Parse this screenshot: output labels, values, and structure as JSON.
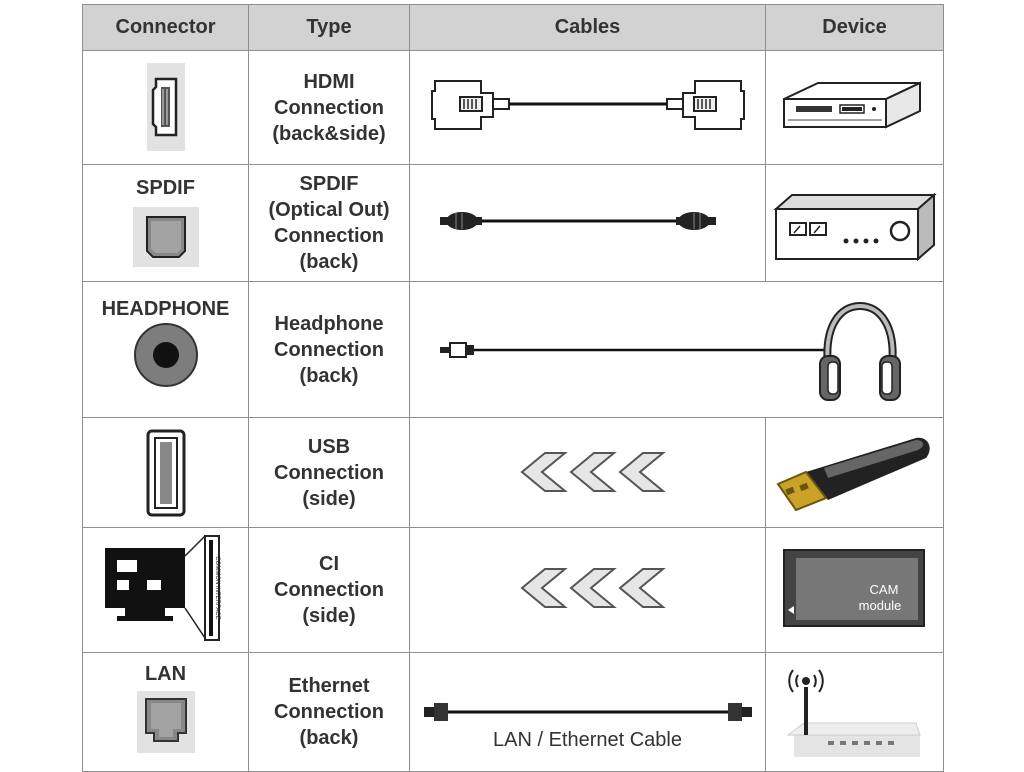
{
  "headers": [
    "Connector",
    "Type",
    "Cables",
    "Device"
  ],
  "rows": [
    {
      "id": "hdmi",
      "connector_label": "",
      "type_lines": [
        "HDMI",
        "Connection",
        "(back&side)"
      ]
    },
    {
      "id": "spdif",
      "connector_label": "SPDIF",
      "type_lines": [
        "SPDIF",
        "(Optical Out)",
        "Connection",
        "(back)"
      ]
    },
    {
      "id": "headphone",
      "connector_label": "HEADPHONE",
      "type_lines": [
        "Headphone",
        "Connection",
        "(back)"
      ]
    },
    {
      "id": "usb",
      "connector_label": "",
      "type_lines": [
        "USB",
        "Connection",
        "(side)"
      ]
    },
    {
      "id": "ci",
      "connector_label": "",
      "type_lines": [
        "CI",
        "Connection",
        "(side)"
      ]
    },
    {
      "id": "lan",
      "connector_label": "LAN",
      "type_lines": [
        "Ethernet",
        "Connection",
        "(back)"
      ]
    }
  ],
  "cable_labels": {
    "lan": "LAN / Ethernet Cable"
  },
  "device_labels": {
    "cam_line1": "CAM",
    "cam_line2": "module"
  },
  "ci_slot_label": "COMMON INTERFACE",
  "colors": {
    "header_bg": "#d2d2d2",
    "border": "#8f8f8f",
    "text": "#333333"
  }
}
